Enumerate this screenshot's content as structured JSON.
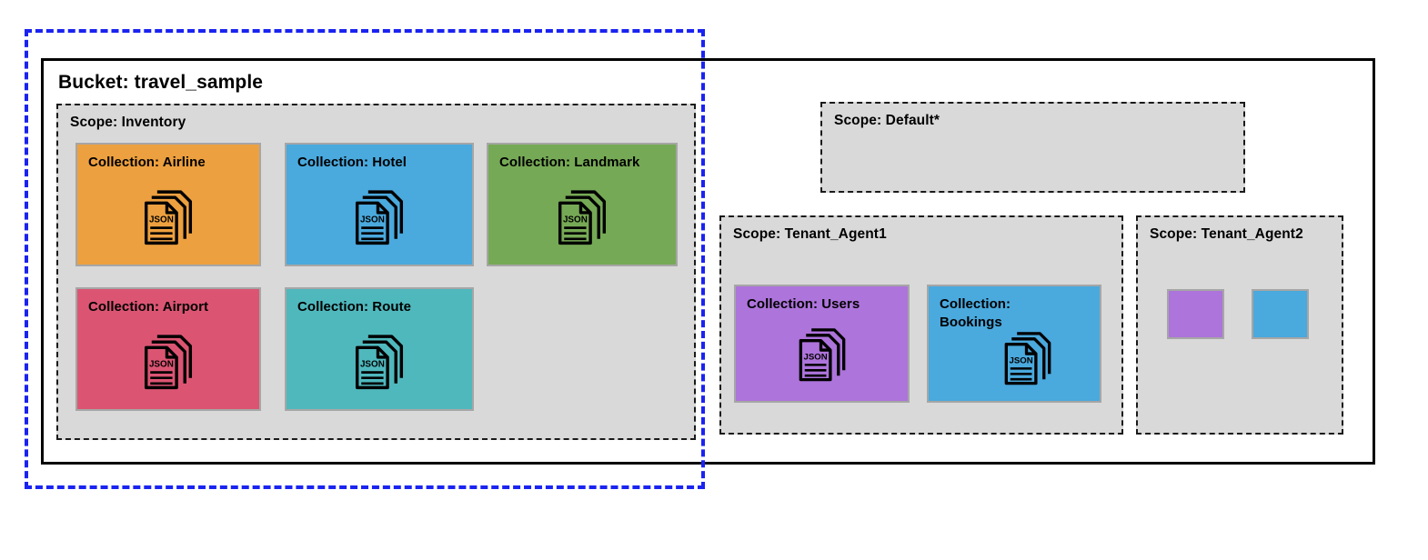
{
  "diagram": {
    "selection": {
      "name": "selection-highlight",
      "color": "#1a23f0",
      "style": "dashed"
    },
    "bucket": {
      "title": "Bucket: travel_sample",
      "border_color": "#000000"
    },
    "scopes": [
      {
        "id": "inventory",
        "title": "Scope: Inventory",
        "background": "#d9d9d9",
        "collections": [
          {
            "id": "airline",
            "label": "Collection: Airline",
            "color": "#eda03f",
            "icon": "json-documents-icon"
          },
          {
            "id": "hotel",
            "label": "Collection: Hotel",
            "color": "#4aa9dd",
            "icon": "json-documents-icon"
          },
          {
            "id": "landmark",
            "label": "Collection: Landmark",
            "color": "#76a955",
            "icon": "json-documents-icon"
          },
          {
            "id": "airport",
            "label": "Collection: Airport",
            "color": "#db5573",
            "icon": "json-documents-icon"
          },
          {
            "id": "route",
            "label": "Collection: Route",
            "color": "#4fb8bd",
            "icon": "json-documents-icon"
          }
        ]
      },
      {
        "id": "default",
        "title": "Scope: Default*",
        "background": "#d9d9d9",
        "collections": []
      },
      {
        "id": "tenant_agent1",
        "title": "Scope: Tenant_Agent1",
        "background": "#d9d9d9",
        "collections": [
          {
            "id": "users",
            "label": "Collection: Users",
            "color": "#ad74db",
            "icon": "json-documents-icon"
          },
          {
            "id": "bookings",
            "label": "Collection: Bookings",
            "color": "#4aa9dd",
            "icon": "json-documents-icon"
          }
        ]
      },
      {
        "id": "tenant_agent2",
        "title": "Scope: Tenant_Agent2",
        "background": "#d9d9d9",
        "collections": [
          {
            "id": "t2-a",
            "label": "",
            "color": "#ad74db",
            "icon": ""
          },
          {
            "id": "t2-b",
            "label": "",
            "color": "#4aa9dd",
            "icon": ""
          }
        ]
      }
    ],
    "icon_text": "JSON"
  }
}
